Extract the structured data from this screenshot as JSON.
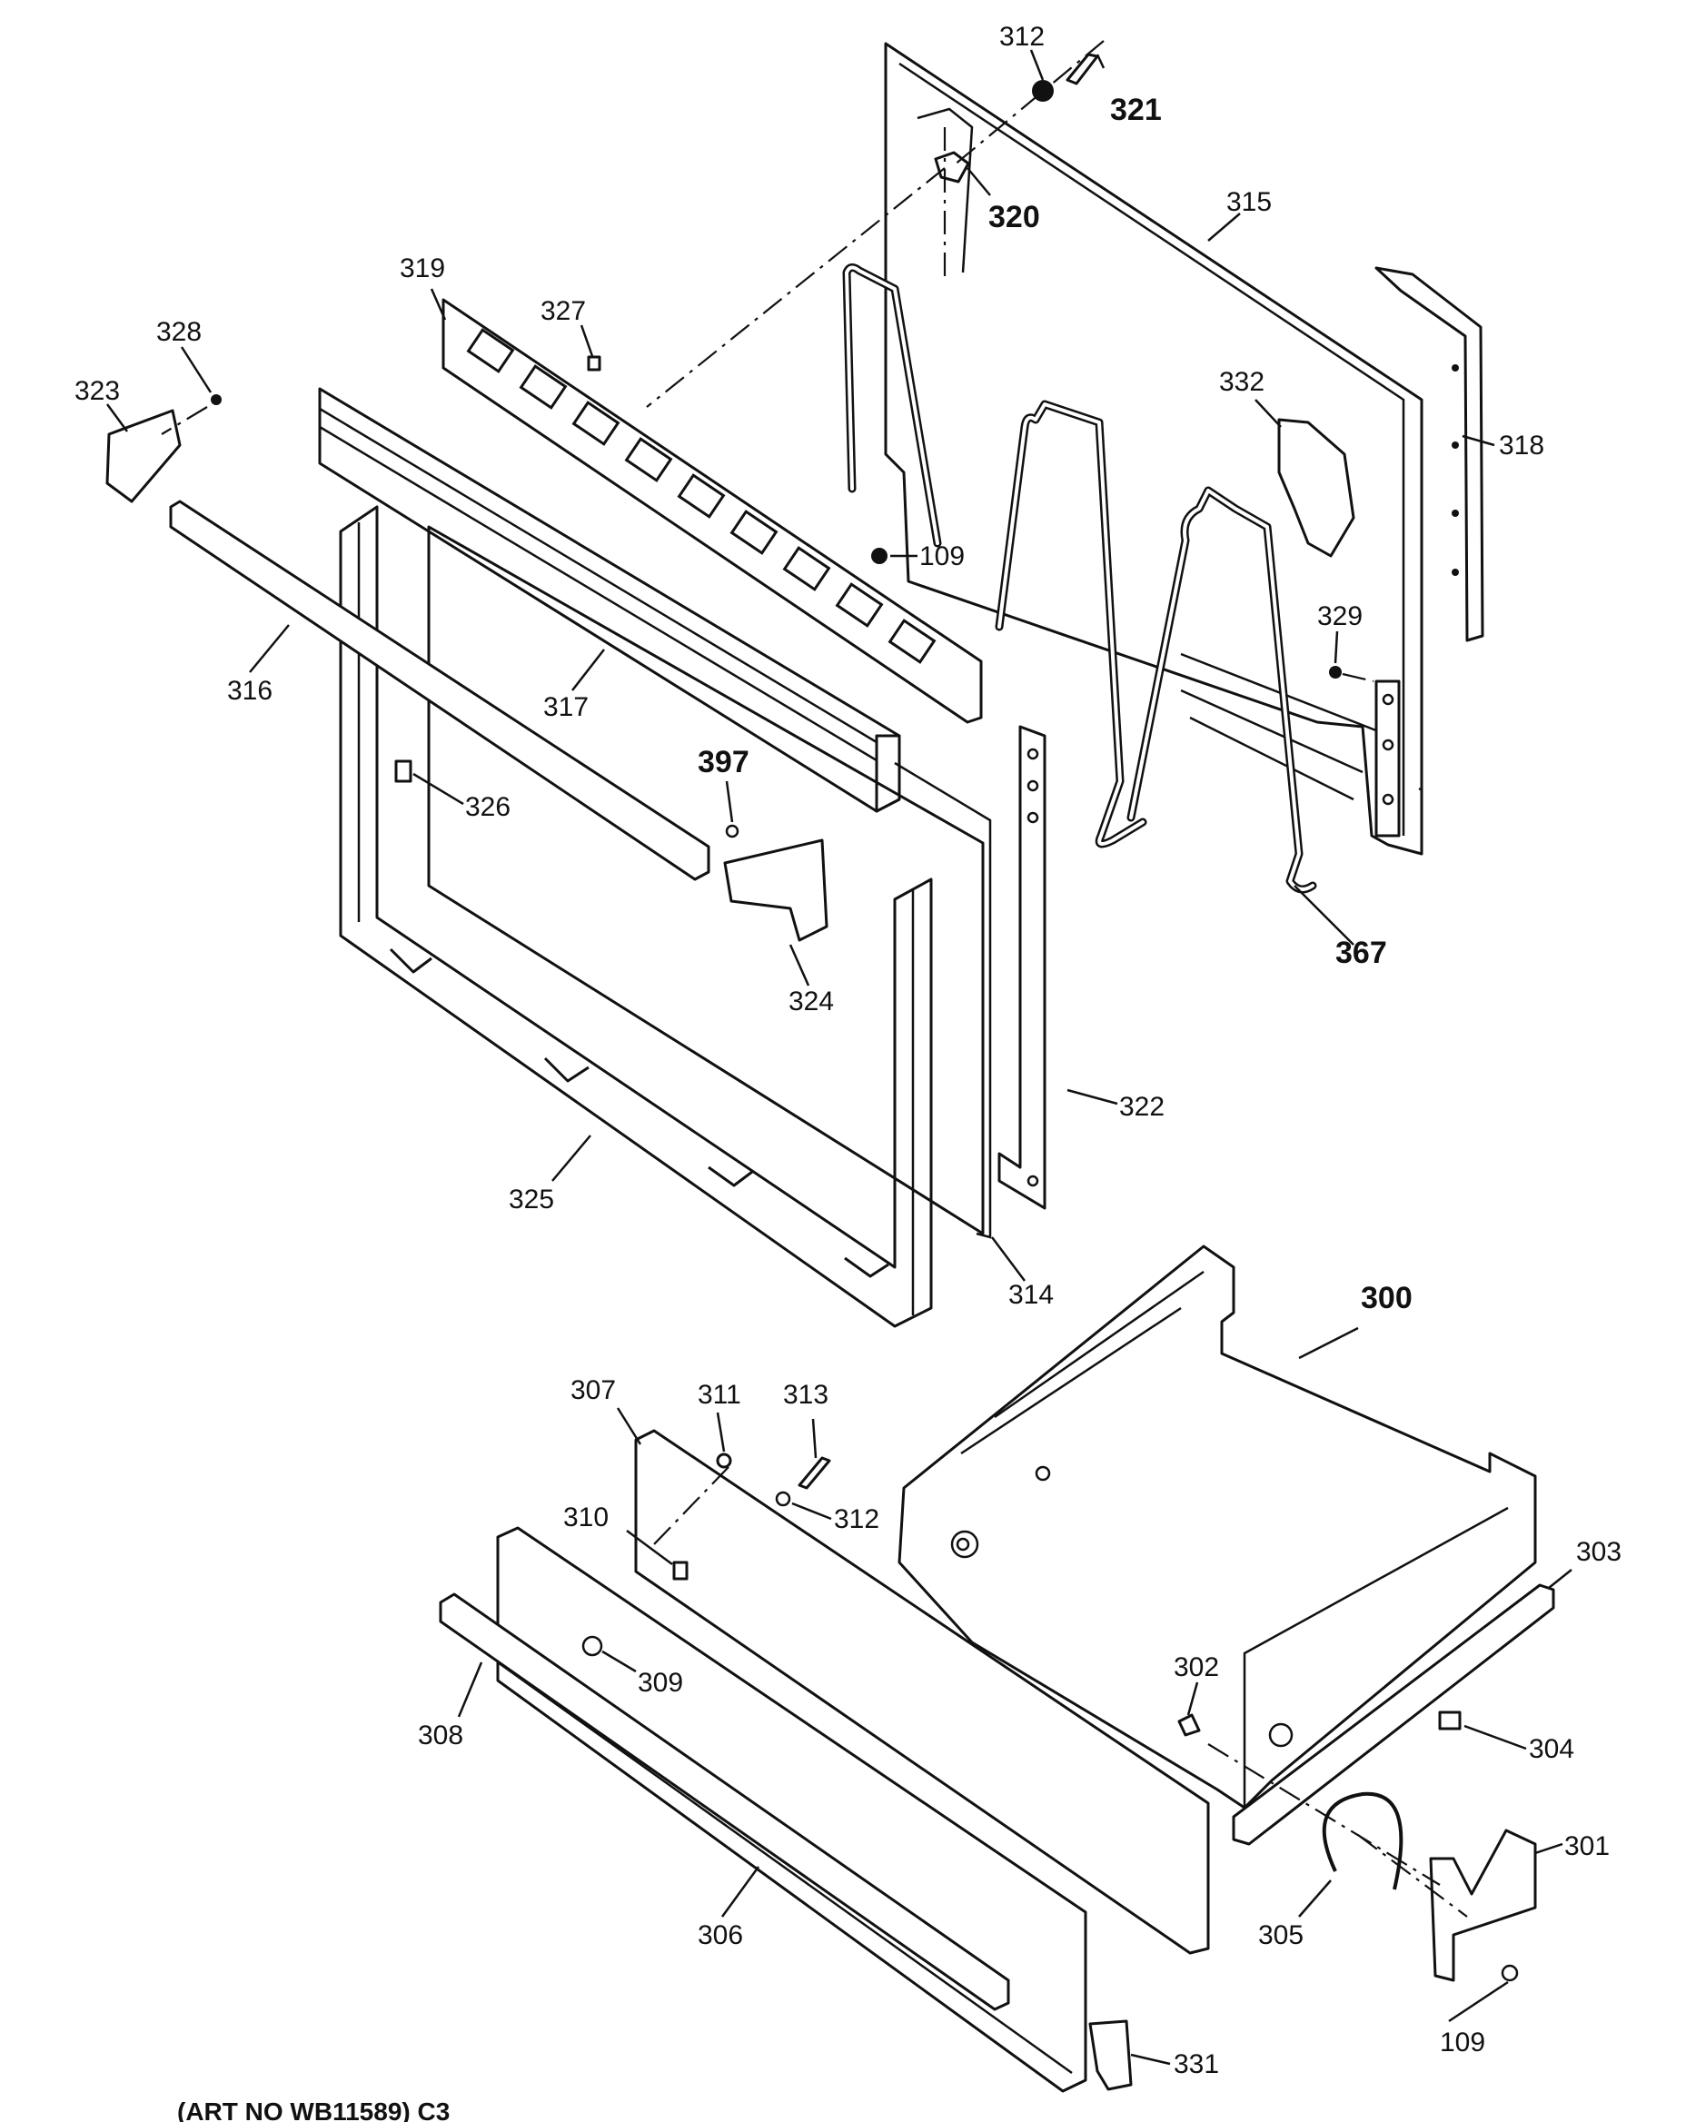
{
  "diagram": {
    "labels": {
      "l300": "300",
      "l301": "301",
      "l302": "302",
      "l303": "303",
      "l304": "304",
      "l305": "305",
      "l306": "306",
      "l307": "307",
      "l308": "308",
      "l309": "309",
      "l310": "310",
      "l311": "311",
      "l312a": "312",
      "l312b": "312",
      "l313": "313",
      "l314": "314",
      "l315": "315",
      "l316": "316",
      "l317": "317",
      "l318": "318",
      "l319": "319",
      "l320": "320",
      "l321": "321",
      "l322": "322",
      "l323": "323",
      "l324": "324",
      "l325": "325",
      "l326": "326",
      "l327": "327",
      "l328": "328",
      "l329": "329",
      "l331": "331",
      "l332": "332",
      "l367": "367",
      "l397": "397",
      "l109a": "109",
      "l109b": "109"
    },
    "footnote": "(ART NO WB11589) C3"
  }
}
